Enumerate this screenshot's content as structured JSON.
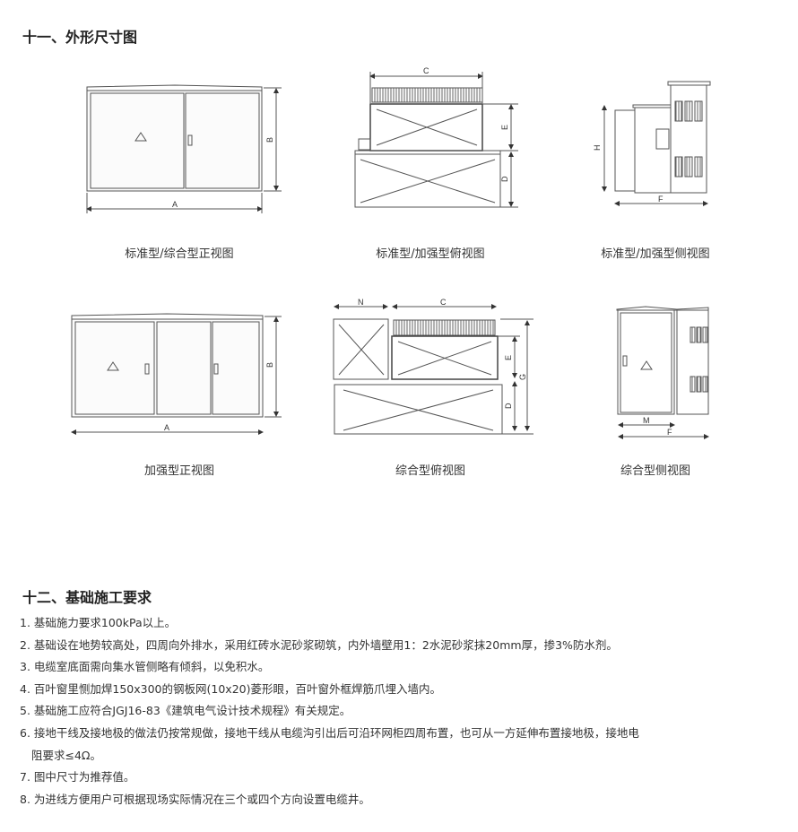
{
  "section11": {
    "title": "十一、外形尺寸图",
    "captions": [
      "标准型/综合型正视图",
      "标准型/加强型俯视图",
      "标准型/加强型侧视图",
      "加强型正视图",
      "综合型俯视图",
      "综合型侧视图"
    ],
    "dims": {
      "A": "A",
      "B": "B",
      "C": "C",
      "D": "D",
      "E": "E",
      "F": "F",
      "G": "G",
      "H": "H",
      "M": "M",
      "N": "N"
    }
  },
  "section12": {
    "title": "十二、基础施工要求",
    "items": [
      "1. 基础施力要求100kPa以上。",
      "2. 基础设在地势较高处，四周向外排水，采用红砖水泥砂浆砌筑，内外墙壁用1：2水泥砂浆抹20mm厚，掺3%防水剂。",
      "3. 电缆室底面需向集水管侧略有倾斜，以免积水。",
      "4. 百叶窗里恻加焊150x300的钢板网(10x20)菱形眼，百叶窗外框焊筋爪埋入墙内。",
      "5. 基础施工应符合JGJ16-83《建筑电气设计技术规程》有关规定。",
      "6. 接地干线及接地极的做法仍按常规做，接地干线从电缆沟引出后可沿环网柜四周布置，也可从一方延伸布置接地极，接地电",
      "阻要求≤4Ω。",
      "7. 图中尺寸为推荐值。",
      "8. 为进线方便用户可根据现场实际情况在三个或四个方向设置电缆井。"
    ]
  }
}
